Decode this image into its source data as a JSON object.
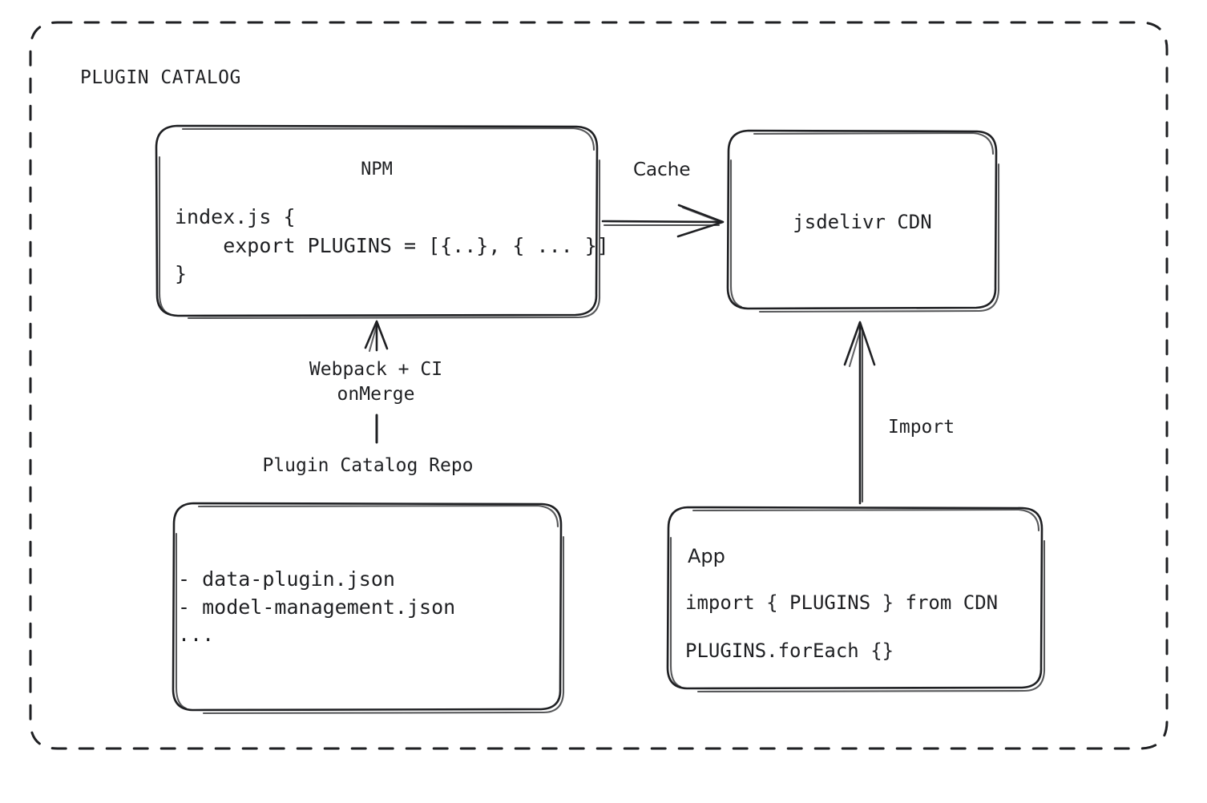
{
  "diagram": {
    "group_title": "PLUGIN CATALOG",
    "background": "#ffffff",
    "stroke": "#1f2023",
    "text_color": "#1f2023"
  },
  "nodes": {
    "npm": {
      "title": "NPM",
      "code": "index.js {\n    export PLUGINS = [{..}, { ... }]\n}"
    },
    "cdn": {
      "title": "jsdelivr CDN"
    },
    "repo": {
      "title": "Plugin Catalog Repo",
      "files": "- data-plugin.json\n- model-management.json\n..."
    },
    "app": {
      "title": "App",
      "line1": "import { PLUGINS } from CDN",
      "line2": "PLUGINS.forEach {}"
    }
  },
  "edges": {
    "cache": {
      "label": "Cache"
    },
    "build": {
      "label": "Webpack + CI\nonMerge"
    },
    "import": {
      "label": "Import"
    }
  }
}
